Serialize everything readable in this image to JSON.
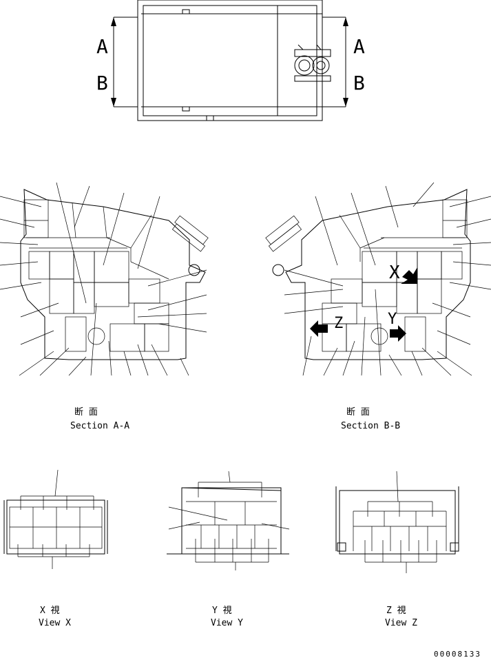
{
  "top_view": {
    "section_marks": {
      "a_left": "A",
      "b_left": "B",
      "a_right": "A",
      "b_right": "B"
    }
  },
  "section_aa": {
    "jp": "断 面",
    "en": "Section A-A"
  },
  "section_bb": {
    "jp": "断 面",
    "en": "Section B-B",
    "mark_x": "X",
    "mark_y": "Y",
    "mark_z": "Z"
  },
  "view_x": {
    "jp": "X 視",
    "en": "View X"
  },
  "view_y": {
    "jp": "Y 視",
    "en": "View Y"
  },
  "view_z": {
    "jp": "Z 視",
    "en": "View Z"
  },
  "drawing_number": "00008133"
}
